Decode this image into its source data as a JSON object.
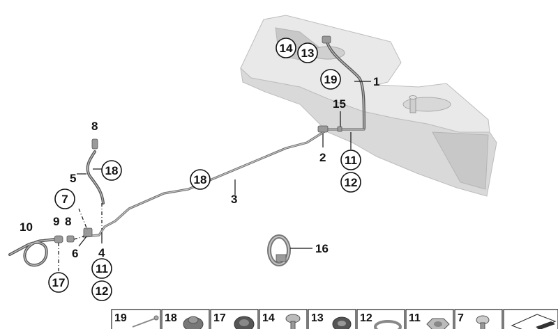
{
  "labels": {
    "l1": "1",
    "l2": "2",
    "l3": "3",
    "l4": "4",
    "l5": "5",
    "l6": "6",
    "l8a": "8",
    "l8b": "8",
    "l9": "9",
    "l10": "10",
    "l15": "15",
    "l16": "16"
  },
  "circled": {
    "c14": "14",
    "c13": "13",
    "c19": "19",
    "c18a": "18",
    "c18b": "18",
    "c11a": "11",
    "c12a": "12",
    "c7": "7",
    "c17": "17",
    "c11b": "11",
    "c12b": "12"
  },
  "legend": {
    "cells": [
      {
        "label": "19",
        "icon": "hose-clip-icon"
      },
      {
        "label": "18",
        "icon": "grommet-icon"
      },
      {
        "label": "17",
        "icon": "rubber-sleeve-icon"
      },
      {
        "label": "14",
        "icon": "screw-icon"
      },
      {
        "label": "13",
        "icon": "seal-ring-icon"
      },
      {
        "label": "12",
        "icon": "o-ring-icon"
      },
      {
        "label": "11",
        "icon": "hex-nut-icon"
      },
      {
        "label": "7",
        "icon": "screw-icon"
      },
      {
        "label": "",
        "icon": "mat-icon"
      }
    ]
  }
}
